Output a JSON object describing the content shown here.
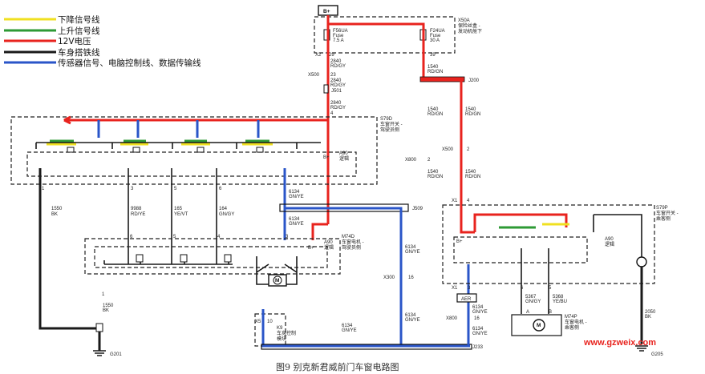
{
  "legend": [
    {
      "label": "下降信号线",
      "color": "#f0e020"
    },
    {
      "label": "上升信号线",
      "color": "#2e9a35"
    },
    {
      "label": "12V电压",
      "color": "#e8231e"
    },
    {
      "label": "车身搭铁线",
      "color": "#1a1a1a"
    },
    {
      "label": "传感器信号、电脑控制线、数据传输线",
      "color": "#2a55c8"
    }
  ],
  "power": {
    "bplus": "B+"
  },
  "fusebox": {
    "name_line1": "X50A",
    "name_line2": "保险丝盒 -",
    "name_line3": "发动机舱下",
    "f1_id": "F56UA",
    "f1_type": "Fuse",
    "f1_rating": "7.5 A",
    "f2_id": "F24UA",
    "f2_type": "Fuse",
    "f2_rating": "30 A",
    "x2": "X2",
    "pin_left": "29",
    "pin_right": "39"
  },
  "wires": {
    "w2840_a": "2840",
    "rdgy_a": "RD/GY",
    "x500": "X500",
    "p23": "23",
    "w2840_b": "2840",
    "rdgy_b": "RD/GY",
    "j501": "J501",
    "w2840_c": "2840",
    "rdgy_c": "RD/GY",
    "p4": "4",
    "w1540_a": "1540",
    "rdgn_a": "RD/GN",
    "j200": "J200",
    "w1540_b": "1540",
    "rdgn_b": "RD/GN",
    "x800_a": "X800",
    "p2_a": "2",
    "x500_b": "X500",
    "p2_b": "2",
    "w1540_c": "1540",
    "rdgn_c": "RD/GN",
    "x1_a": "X1",
    "p4_b": "4"
  },
  "s79d": {
    "id": "S79D",
    "name_line1": "车窗开关 -",
    "name_line2": "驾驶员侧",
    "a90": "A90",
    "a90_sub": "逻辑",
    "bplus": "B+"
  },
  "left_wires": {
    "p1": "1",
    "w1550_a": "1550",
    "bk_a": "BK",
    "p3": "3",
    "w9988": "9988",
    "rdye": "RD/YE",
    "p5": "5",
    "w165": "165",
    "yevt": "YE/VT",
    "p6": "6",
    "w164": "164",
    "gngy": "GN/GY",
    "w6134_a": "6134",
    "gnye_a": "GN/YE",
    "j509": "J509",
    "w6134_b": "6134",
    "gnye_b": "GN/YE"
  },
  "m74d": {
    "id": "M74D",
    "name_line1": "车窗电机 -",
    "name_line2": "驾驶员侧",
    "a90": "A90",
    "a90_sub": "逻辑",
    "bplus": "B+"
  },
  "motor_pins": {
    "p6": "6",
    "p5": "5",
    "p4": "4",
    "p3": "3",
    "p1": "1",
    "p2": "2",
    "m": "M"
  },
  "lower_left": {
    "w1550_b": "1550",
    "bk_b": "BK",
    "p1_b": "1",
    "g201": "G201",
    "x5": "X5",
    "p10": "10",
    "k9_line1": "K9",
    "k9_line2": "车身控制",
    "k9_line3": "模块",
    "w6134_c": "6134",
    "gnye_c": "GN/YE",
    "w6134_d": "6134",
    "gnye_d": "GN/YE",
    "x300": "X300",
    "p16": "16",
    "w6134_e": "6134",
    "gnye_e": "GN/YE",
    "x800": "X800",
    "p16_b": "16",
    "w6134_f": "6134",
    "gnye_f": "GN/YE",
    "j233": "J233"
  },
  "s79p": {
    "id": "S79P",
    "name_line1": "车窗开关 -",
    "name_line2": "乘客侧",
    "a90": "A90",
    "a90_sub": "逻辑",
    "bplus": "B+"
  },
  "right_lower": {
    "x1": "X1",
    "p3": "3",
    "p6": "6",
    "p5": "5",
    "aer": "AER",
    "p4": "4",
    "p5b": "5",
    "w6134_g": "6134",
    "gnye_g": "GN/YE",
    "p16_c": "16",
    "w5367": "5367",
    "gngy": "GN/GY",
    "w5368": "5368",
    "yebu": "YE/BU",
    "pa": "A",
    "pb": "B",
    "m74p": "M74P",
    "m74p_line1": "车窗电机 -",
    "m74p_line2": "乘客侧",
    "m": "M",
    "w2050": "2050",
    "bk": "BK",
    "g205": "G205",
    "watermark": "www.gzweix.com"
  },
  "caption": "图9  别克新君威前门车窗电路图"
}
